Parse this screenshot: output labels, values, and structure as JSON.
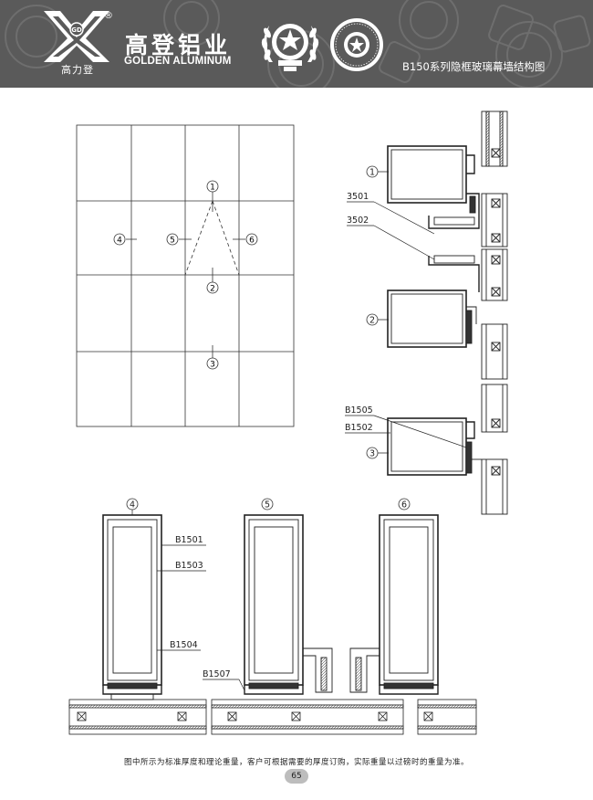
{
  "header": {
    "logo_subtitle": "高力登",
    "logo_registered": "®",
    "brand_cn": "高登铝业",
    "brand_en": "GOLDEN ALUMINUM",
    "series_title": "B150系列隐框玻璃幕墙结构图",
    "colors": {
      "header_bg": "#5a5a5a",
      "header_text": "#ffffff"
    },
    "icons": [
      "logo-mark-icon",
      "award-emblem-icon",
      "certification-seal-icon"
    ]
  },
  "elevation": {
    "markers": {
      "m1": "1",
      "m2": "2",
      "m3": "3",
      "m4": "4",
      "m5": "5",
      "m6": "6"
    }
  },
  "vertical_section": {
    "markers": {
      "m1": "1",
      "m2": "2",
      "m3": "3"
    },
    "labels": {
      "p3501": "3501",
      "p3502": "3502",
      "b1505": "B1505",
      "b1502": "B1502"
    }
  },
  "horizontal_sections": {
    "markers": {
      "m4": "4",
      "m5": "5",
      "m6": "6"
    },
    "labels": {
      "b1501": "B1501",
      "b1503": "B1503",
      "b1504": "B1504",
      "b1507": "B1507"
    }
  },
  "footer": {
    "note": "图中所示为标准厚度和理论重量，客户可根据需要的厚度订购，实际重量以过磅时的重量为准。",
    "page_number": "65"
  }
}
